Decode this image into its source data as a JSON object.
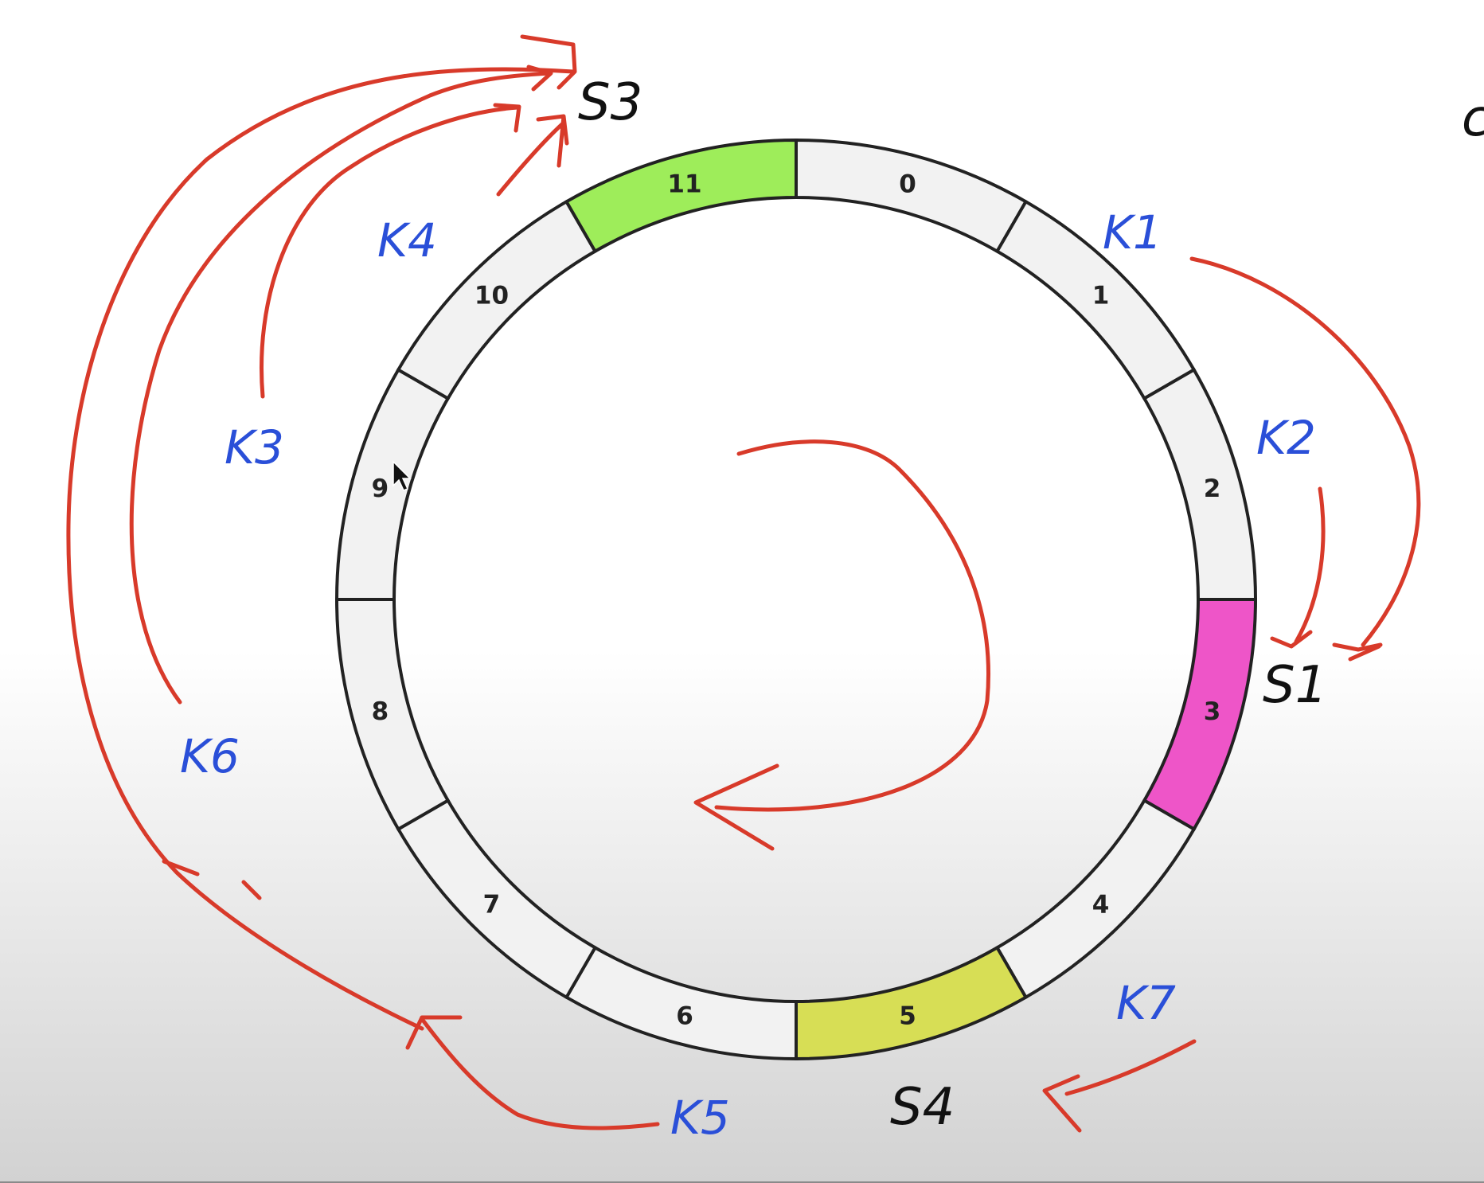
{
  "ring": {
    "segments": [
      {
        "label": "0",
        "highlight": ""
      },
      {
        "label": "1",
        "highlight": ""
      },
      {
        "label": "2",
        "highlight": ""
      },
      {
        "label": "3",
        "highlight": "#ee55c8"
      },
      {
        "label": "4",
        "highlight": ""
      },
      {
        "label": "5",
        "highlight": "#d7de55"
      },
      {
        "label": "6",
        "highlight": ""
      },
      {
        "label": "7",
        "highlight": ""
      },
      {
        "label": "8",
        "highlight": ""
      },
      {
        "label": "9",
        "highlight": ""
      },
      {
        "label": "10",
        "highlight": ""
      },
      {
        "label": "11",
        "highlight": "#9eed5a"
      }
    ],
    "segment_fill": "#f2f2f2",
    "stroke_color": "#222222"
  },
  "annotations": {
    "keys": [
      "K1",
      "K2",
      "K3",
      "K4",
      "K5",
      "K6",
      "K7"
    ],
    "servers": [
      "S3",
      "S1",
      "S4"
    ],
    "key_color": "#2a4fd8",
    "server_color": "#111111",
    "arrow_color": "#d83a2a"
  },
  "extra": {
    "edge_glyph": "c"
  }
}
